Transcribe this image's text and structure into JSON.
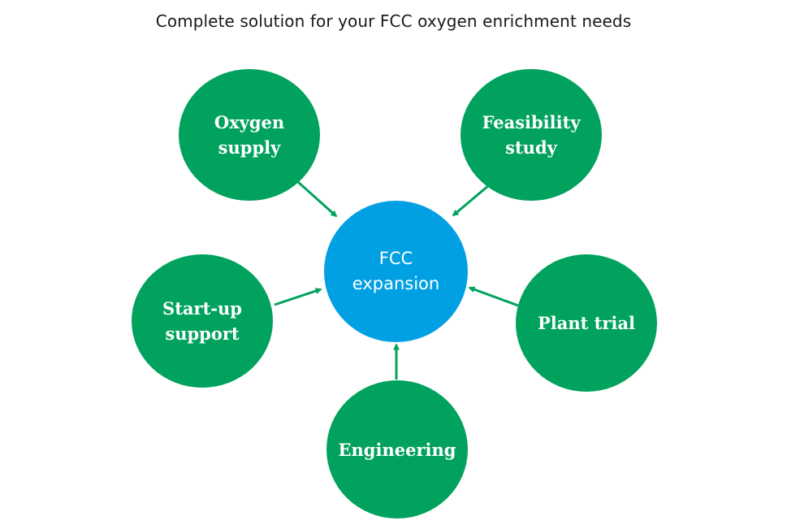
{
  "title": "Complete solution for your FCC oxygen enrichment needs",
  "colors": {
    "green": "#00a25e",
    "blue": "#00a0e3",
    "arrow": "#00a25e"
  },
  "center": {
    "label": "FCC\nexpansion"
  },
  "nodes": [
    {
      "id": "oxygen-supply",
      "label": "Oxygen\nsupply"
    },
    {
      "id": "feasibility-study",
      "label": "Feasibility\nstudy"
    },
    {
      "id": "start-up-support",
      "label": "Start-up\nsupport"
    },
    {
      "id": "plant-trial",
      "label": "Plant trial"
    },
    {
      "id": "engineering",
      "label": "Engineering"
    }
  ]
}
